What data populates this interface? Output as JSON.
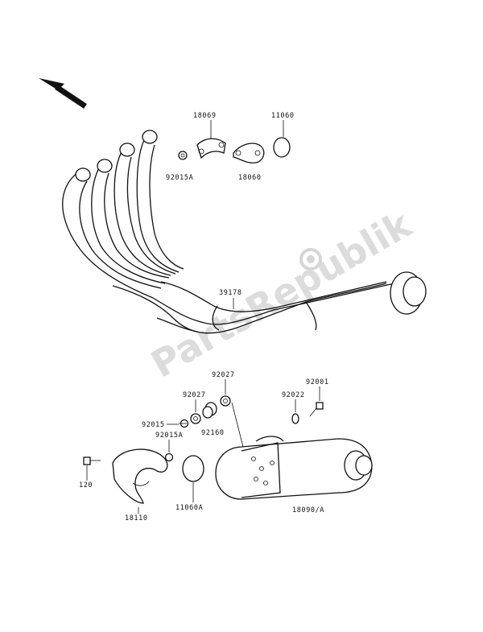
{
  "watermark": "PartsRepublik",
  "direction_arrow": "arrow-front-icon",
  "parts": [
    {
      "id": "p18069",
      "label": "18069"
    },
    {
      "id": "p11060",
      "label": "11060"
    },
    {
      "id": "p92015a_top",
      "label": "92015A"
    },
    {
      "id": "p18060",
      "label": "18060"
    },
    {
      "id": "p39178",
      "label": "39178"
    },
    {
      "id": "p92027_a",
      "label": "92027"
    },
    {
      "id": "p92001",
      "label": "92001"
    },
    {
      "id": "p92027_b",
      "label": "92027"
    },
    {
      "id": "p92022",
      "label": "92022"
    },
    {
      "id": "p92015",
      "label": "92015"
    },
    {
      "id": "p92160",
      "label": "92160"
    },
    {
      "id": "p92015a_bot",
      "label": "92015A"
    },
    {
      "id": "p120",
      "label": "120"
    },
    {
      "id": "p18110",
      "label": "18110"
    },
    {
      "id": "p11060a",
      "label": "11060A"
    },
    {
      "id": "p18090a",
      "label": "18090/A"
    }
  ]
}
